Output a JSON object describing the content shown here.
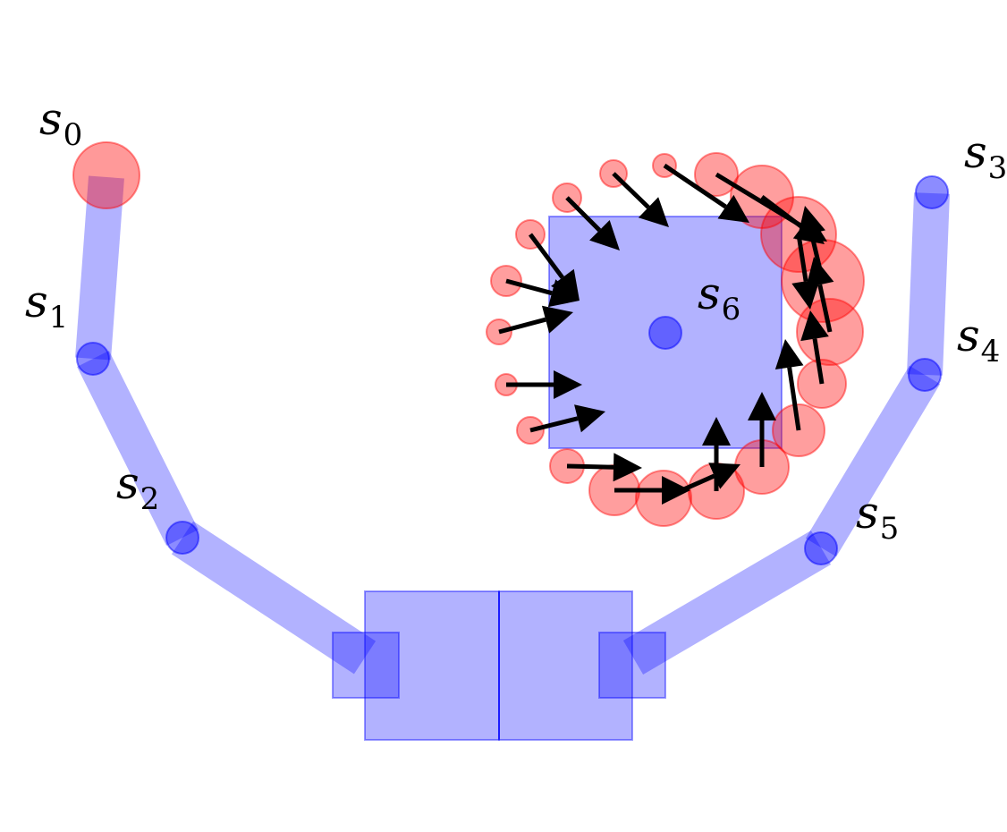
{
  "colors": {
    "body": "#0000ff",
    "goal": "#ff0000",
    "arrow": "#000000",
    "label": "#000000"
  },
  "labels": {
    "s0": {
      "symbol": "s",
      "index": "0"
    },
    "s1": {
      "symbol": "s",
      "index": "1"
    },
    "s2": {
      "symbol": "s",
      "index": "2"
    },
    "s3": {
      "symbol": "s",
      "index": "3"
    },
    "s4": {
      "symbol": "s",
      "index": "4"
    },
    "s5": {
      "symbol": "s",
      "index": "5"
    },
    "s6": {
      "symbol": "s",
      "index": "6"
    }
  }
}
